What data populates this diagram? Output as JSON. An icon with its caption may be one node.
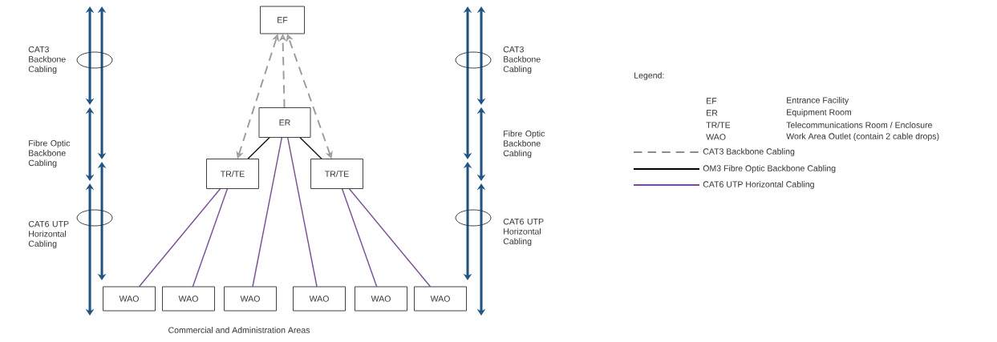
{
  "diagram": {
    "caption": "Commercial and Administration Areas",
    "nodes": [
      {
        "text": [
          "EF"
        ]
      },
      {
        "text": [
          "ER"
        ]
      },
      {
        "text": [
          "TR/TE"
        ]
      },
      {
        "text": [
          "TR/TE"
        ]
      },
      {
        "text": [
          "WAO"
        ]
      },
      {
        "text": [
          "WAO"
        ]
      },
      {
        "text": [
          "WAO"
        ]
      },
      {
        "text": [
          "WAO"
        ]
      },
      {
        "text": [
          "WAO"
        ]
      },
      {
        "text": [
          "WAO"
        ]
      }
    ],
    "edges": [
      {
        "from": 2,
        "to": 0,
        "arrow": "both",
        "style": "dashed",
        "color": "#999999"
      },
      {
        "from": 1,
        "to": 0,
        "arrow": "to",
        "style": "dashed",
        "color": "#999999"
      },
      {
        "from": 3,
        "to": 0,
        "arrow": "both",
        "style": "dashed",
        "color": "#999999"
      },
      {
        "from": 1,
        "to": 2,
        "arrow": "none",
        "color": "#111111"
      },
      {
        "from": 1,
        "to": 3,
        "arrow": "none",
        "color": "#111111"
      },
      {
        "from": 2,
        "to": 4,
        "arrow": "none"
      },
      {
        "from": 2,
        "to": 5,
        "arrow": "none"
      },
      {
        "from": 1,
        "to": 6,
        "arrow": "none"
      },
      {
        "from": 1,
        "to": 7,
        "arrow": "none"
      },
      {
        "from": 3,
        "to": 8,
        "arrow": "none"
      },
      {
        "from": 3,
        "to": 9,
        "arrow": "none"
      }
    ],
    "labels": [
      "CAT3 Backbone Cabling",
      "Fibre Optic Backbone Cabling",
      "CAT6 UTP Horizontal Cabling",
      "CAT3 Backbone Cabling",
      "Fibre Optic Backbone Cabling",
      "CAT6 UTP Horizontal Cabling",
      "Legend:",
      "EF",
      "Entrance Facility",
      "ER",
      "Equipment Room",
      "TR/TE",
      "Telecommunications Room / Enclosure",
      "WAO",
      "Work Area Outlet (contain 2 cable drops)"
    ],
    "legend": [
      {
        "text": "CAT3 Backbone Cabling"
      },
      {
        "text": "OM3 Fibre Optic Backbone Cabling"
      },
      {
        "text": "CAT6 UTP Horizontal Cabling"
      }
    ]
  }
}
